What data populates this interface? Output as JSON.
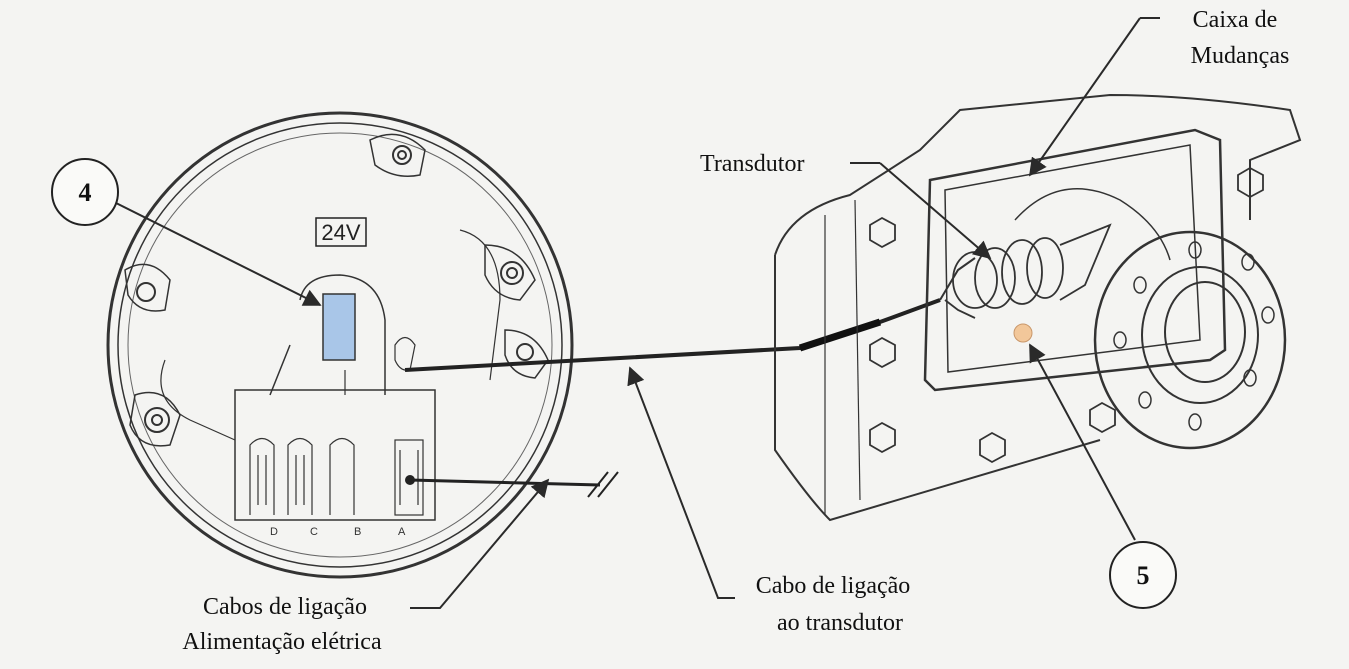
{
  "labels": {
    "gearbox_line1": "Caixa de",
    "gearbox_line2": "Mudanças",
    "transducer": "Transdutor",
    "cable_transducer_line1": "Cabo de ligação",
    "cable_transducer_line2": "ao transdutor",
    "power_cables_line1": "Cabos de ligação",
    "power_cables_line2": "Alimentação elétrica",
    "voltage": "24V",
    "terminal_d": "D",
    "terminal_c": "C",
    "terminal_b": "B",
    "terminal_a": "A"
  },
  "callouts": {
    "callout_4": "4",
    "callout_5": "5"
  },
  "colors": {
    "line": "#2a2a2a",
    "fuse_fill": "#a9c6e8",
    "sensor_dot": "#f2c79a",
    "background": "#f4f4f2"
  }
}
